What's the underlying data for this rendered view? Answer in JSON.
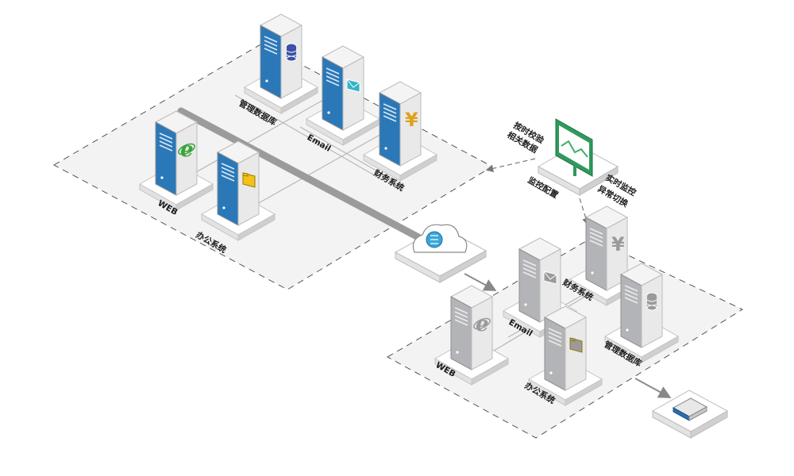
{
  "primary_site": {
    "servers": [
      {
        "label": "WEB",
        "icon": "web-browser-icon"
      },
      {
        "label": "办公系统",
        "icon": "folder-icon"
      },
      {
        "label": "管理数据库",
        "icon": "database-icon"
      },
      {
        "label": "Email",
        "icon": "mail-icon"
      },
      {
        "label": "财务系统",
        "icon": "yen-icon"
      }
    ]
  },
  "backup_site": {
    "servers": [
      {
        "label": "WEB",
        "icon": "web-browser-icon"
      },
      {
        "label": "办公系统",
        "icon": "folder-icon"
      },
      {
        "label": "Email",
        "icon": "mail-icon"
      },
      {
        "label": "财务系统",
        "icon": "yen-icon"
      },
      {
        "label": "管理数据库",
        "icon": "database-icon"
      }
    ]
  },
  "monitor": {
    "label": "监控配置",
    "left_note": [
      "按时校验",
      "相关数据"
    ],
    "right_note": [
      "实时监控",
      "异常切换"
    ],
    "icon": "monitor-chart-icon"
  },
  "cloud": {
    "icon": "cloud-transfer-icon"
  },
  "storage": {
    "icon": "storage-device-icon"
  },
  "colors": {
    "server_blue": "#1f77b6",
    "server_gray": "#a9aaad",
    "monitor_green": "#3fae6b",
    "cable_gray": "#9b9b9b"
  }
}
